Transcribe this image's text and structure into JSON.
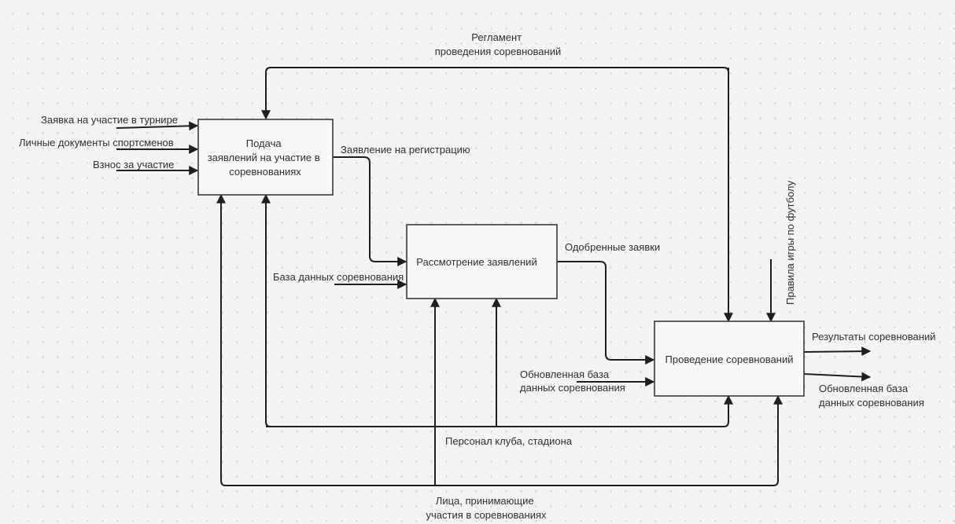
{
  "blocks": {
    "submission": [
      "Подача",
      "заявлений на участие в",
      "соревнованиях"
    ],
    "review": "Рассмотрение заявлений",
    "conduct": "Проведение соревнований"
  },
  "labels": {
    "regulation": [
      "Регламент",
      "проведения соревнований"
    ],
    "application": "Заявка на участие в турнире",
    "personal_docs": "Личные документы спортсменов",
    "fee": "Взнос за участие",
    "registration": "Заявление на регистрацию",
    "database": "База данных соревнования",
    "approved": "Одобренные заявки",
    "rules": "Правила игры по футболу",
    "results": "Результаты соревнований",
    "updated_db_in": [
      "Обновленная база",
      "данных соревнования"
    ],
    "updated_db_out": [
      "Обновленная база",
      "данных соревнования"
    ],
    "staff": "Персонал клуба, стадиона",
    "participants": [
      "Лица, принимающие",
      "участия в соревнованиях"
    ]
  }
}
